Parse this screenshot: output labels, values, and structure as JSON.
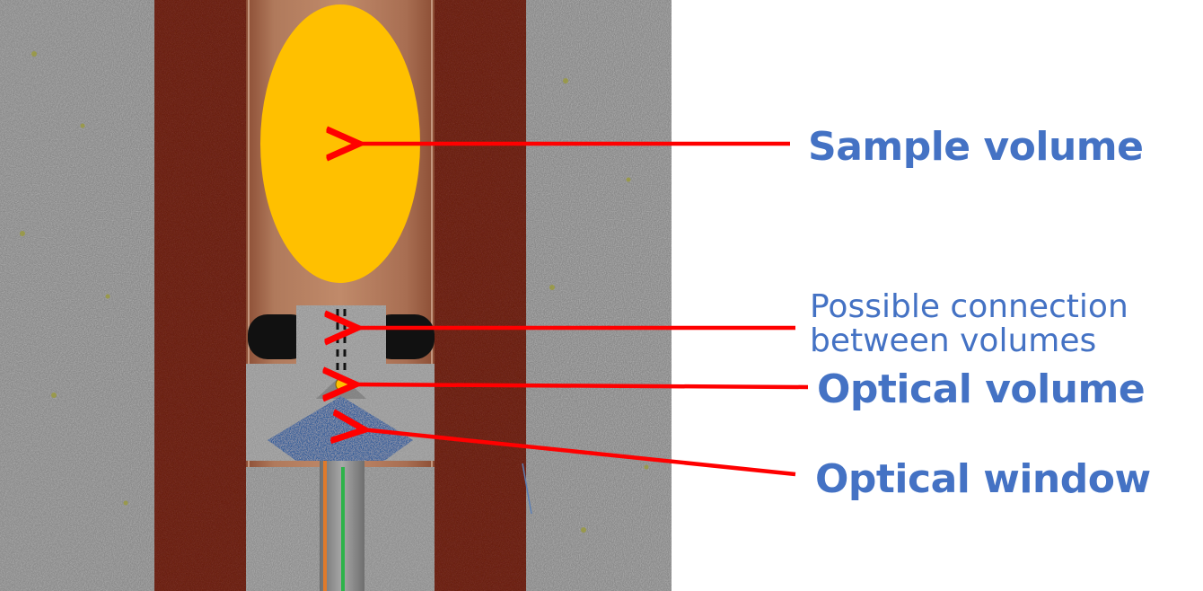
{
  "labels": {
    "sample_volume": "Sample volume",
    "connection_line1": "Possible connection",
    "connection_line2": "between volumes",
    "optical_volume": "Optical volume",
    "optical_window": "Optical window"
  },
  "colors": {
    "label_text": "#4472C4",
    "arrow": "#FF0000",
    "sample_volume": "#FFC000",
    "rock": "#8A8A8A",
    "casing": "#6B2417",
    "tube": "#A36A4E",
    "optical_window": "#2F5C9A",
    "optical_volume": "#FFC000",
    "seal": "#111111",
    "fiber_orange": "#E07A2A",
    "fiber_green": "#2DB34A"
  }
}
